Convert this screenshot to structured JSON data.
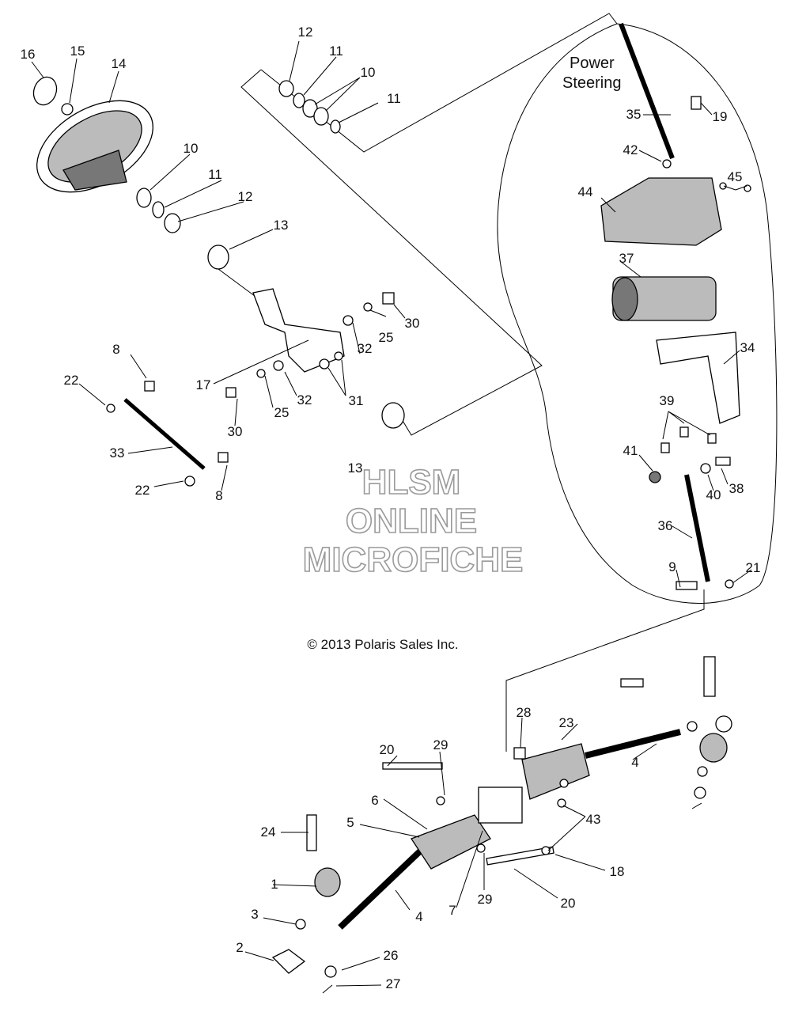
{
  "callouts": [
    "16",
    "15",
    "14",
    "10",
    "11",
    "12",
    "13",
    "8",
    "22",
    "33",
    "17",
    "30",
    "25",
    "32",
    "31",
    "12",
    "11",
    "10",
    "11",
    "13",
    "30",
    "25",
    "32",
    "22",
    "8",
    "35",
    "19",
    "42",
    "44",
    "45",
    "37",
    "34",
    "39",
    "41",
    "40",
    "38",
    "36",
    "9",
    "21",
    "28",
    "23",
    "4",
    "20",
    "29",
    "6",
    "5",
    "24",
    "1",
    "3",
    "2",
    "26",
    "27",
    "4",
    "7",
    "29",
    "43",
    "18",
    "20"
  ],
  "watermark": {
    "line1": "HLSM",
    "line2": "ONLINE",
    "line3": "MICROFICHE"
  },
  "copyright": "© 2013 Polaris Sales Inc.",
  "power_steering": {
    "line1": "Power",
    "line2": "Steering"
  },
  "colors": {
    "ink": "#000000",
    "watermark": "#9a9a9a",
    "part_dark": "#777777",
    "part_mid": "#bbbbbb"
  }
}
